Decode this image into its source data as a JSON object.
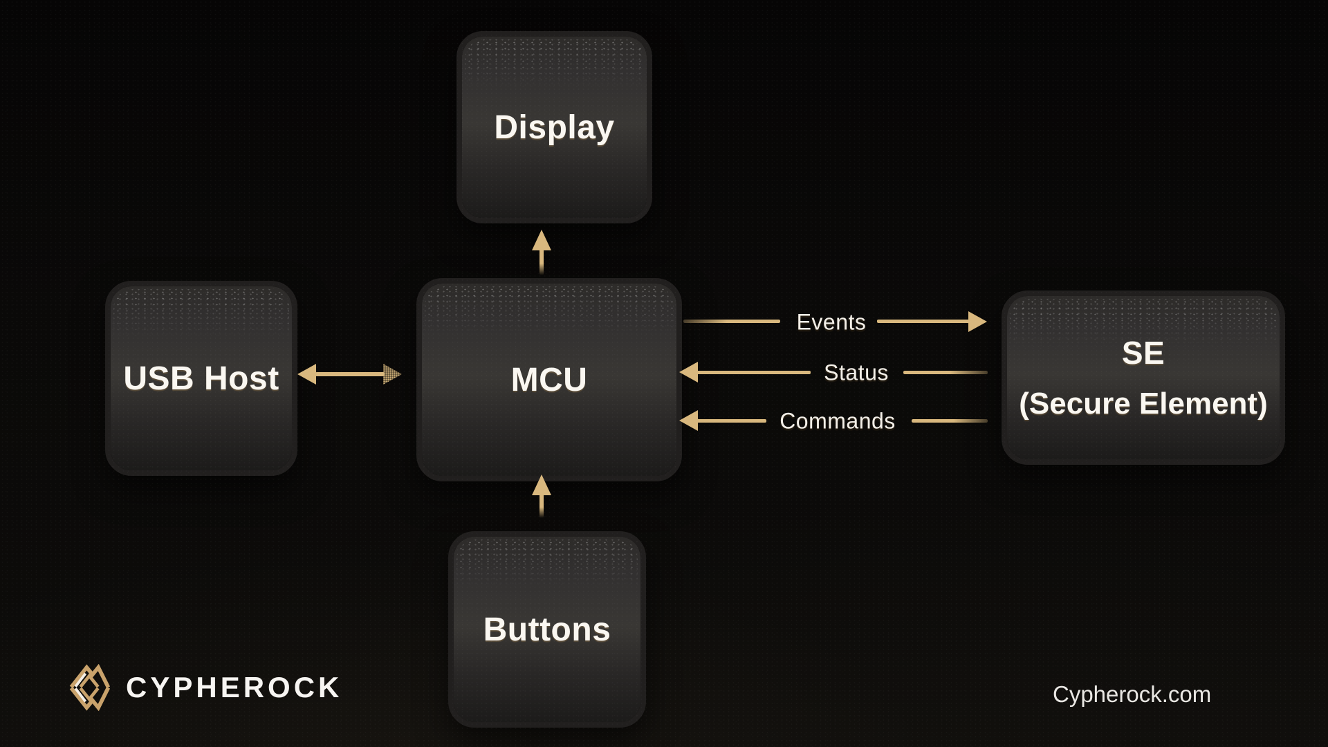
{
  "diagram": {
    "nodes": {
      "display": {
        "label": "Display"
      },
      "usb_host": {
        "label": "USB Host"
      },
      "mcu": {
        "label": "MCU"
      },
      "se": {
        "label": "SE",
        "sublabel": "(Secure Element)"
      },
      "buttons": {
        "label": "Buttons"
      }
    },
    "edges": [
      {
        "from": "mcu",
        "to": "display",
        "direction": "up",
        "label": ""
      },
      {
        "from": "usb_host",
        "to": "mcu",
        "direction": "bidirectional",
        "label": ""
      },
      {
        "from": "mcu",
        "to": "se",
        "direction": "right",
        "label": "Events"
      },
      {
        "from": "se",
        "to": "mcu",
        "direction": "left",
        "label": "Status"
      },
      {
        "from": "se",
        "to": "mcu",
        "direction": "left",
        "label": "Commands"
      },
      {
        "from": "buttons",
        "to": "mcu",
        "direction": "up",
        "label": ""
      }
    ]
  },
  "footer": {
    "brand": "CYPHEROCK",
    "website": "Cypherock.com",
    "logo_icon": "cypherock-diamond-logo"
  },
  "colors": {
    "background": "#0a0908",
    "node_fill": "#353331",
    "node_border": "#211f1e",
    "arrow_gold": "#D9B87E",
    "label_text": "#F5F1EA"
  }
}
